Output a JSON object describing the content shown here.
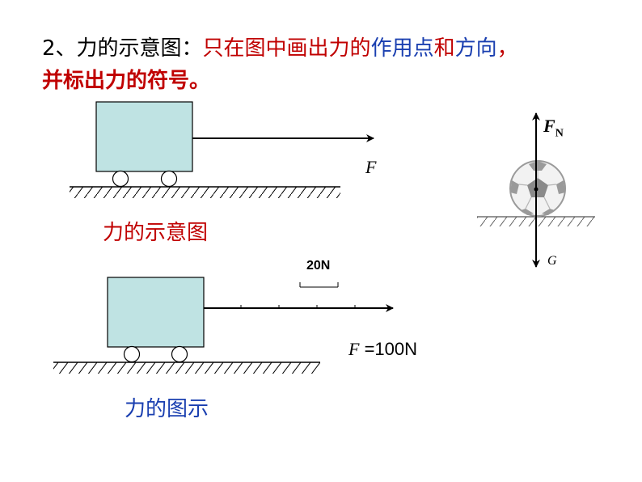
{
  "heading": {
    "prefix": "2、力的示意图：",
    "part_red1": "只在图中画出力的",
    "part_blue1": "作用点",
    "part_red2": "和",
    "part_blue2": "方向",
    "part_red3": "，",
    "line2": "并标出力的符号。"
  },
  "diagram1": {
    "caption": "力的示意图",
    "force_symbol": "F"
  },
  "diagram2": {
    "caption": "力的图示",
    "scale_label": "20N",
    "force_symbol": "F",
    "force_value": "=100N"
  },
  "ball": {
    "support_force_symbol": "F",
    "support_force_subscript": "N",
    "gravity_symbol": "G"
  },
  "colors": {
    "cart": "#bfe3e3",
    "accent_red": "#c00000",
    "accent_blue": "#1a3fb0"
  }
}
